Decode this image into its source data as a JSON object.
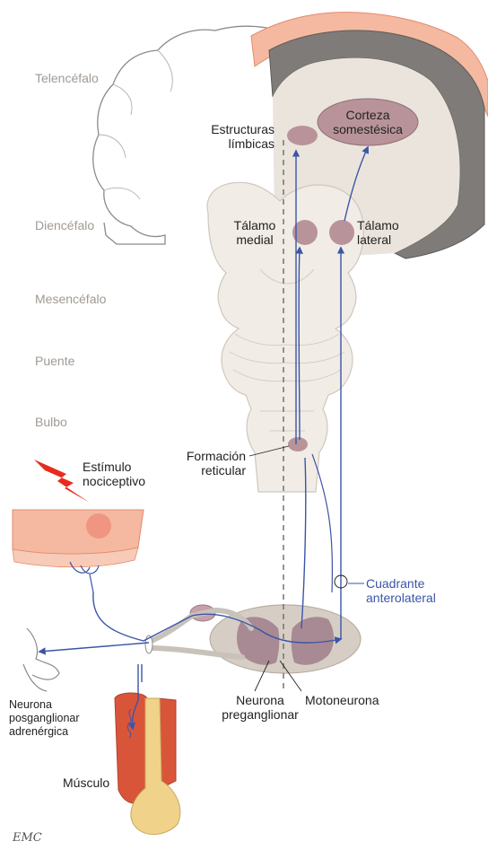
{
  "regions": {
    "telencefalo": "Telencéfalo",
    "diencefalo": "Diencéfalo",
    "mesencefalo": "Mesencéfalo",
    "puente": "Puente",
    "bulbo": "Bulbo"
  },
  "structures": {
    "estructuras_limbicas": "Estructuras\nlímbicas",
    "corteza_somestesica": "Corteza\nsomestésica",
    "talamo_medial": "Tálamo\nmedial",
    "talamo_lateral": "Tálamo\nlateral",
    "formacion_reticular": "Formación\nreticular"
  },
  "labels": {
    "estimulo": "Estímulo\nnociceptivo",
    "cuadrante": "Cuadrante\nanterolateral",
    "neurona_posganglionar": "Neurona\nposganglionar\nadrenérgica",
    "neurona_preganglionar": "Neurona\npreganglionar",
    "motoneurona": "Motoneurona",
    "musculo": "Músculo",
    "logo": "EMC"
  },
  "colors": {
    "pathway": "#3a55a8",
    "nucleus": "#b8949a",
    "brainstem": "#f1ece6",
    "cortex": "#7e7b79",
    "skin": "#f4b9a0",
    "muscle": "#d9553a",
    "bone": "#f0d28a"
  }
}
